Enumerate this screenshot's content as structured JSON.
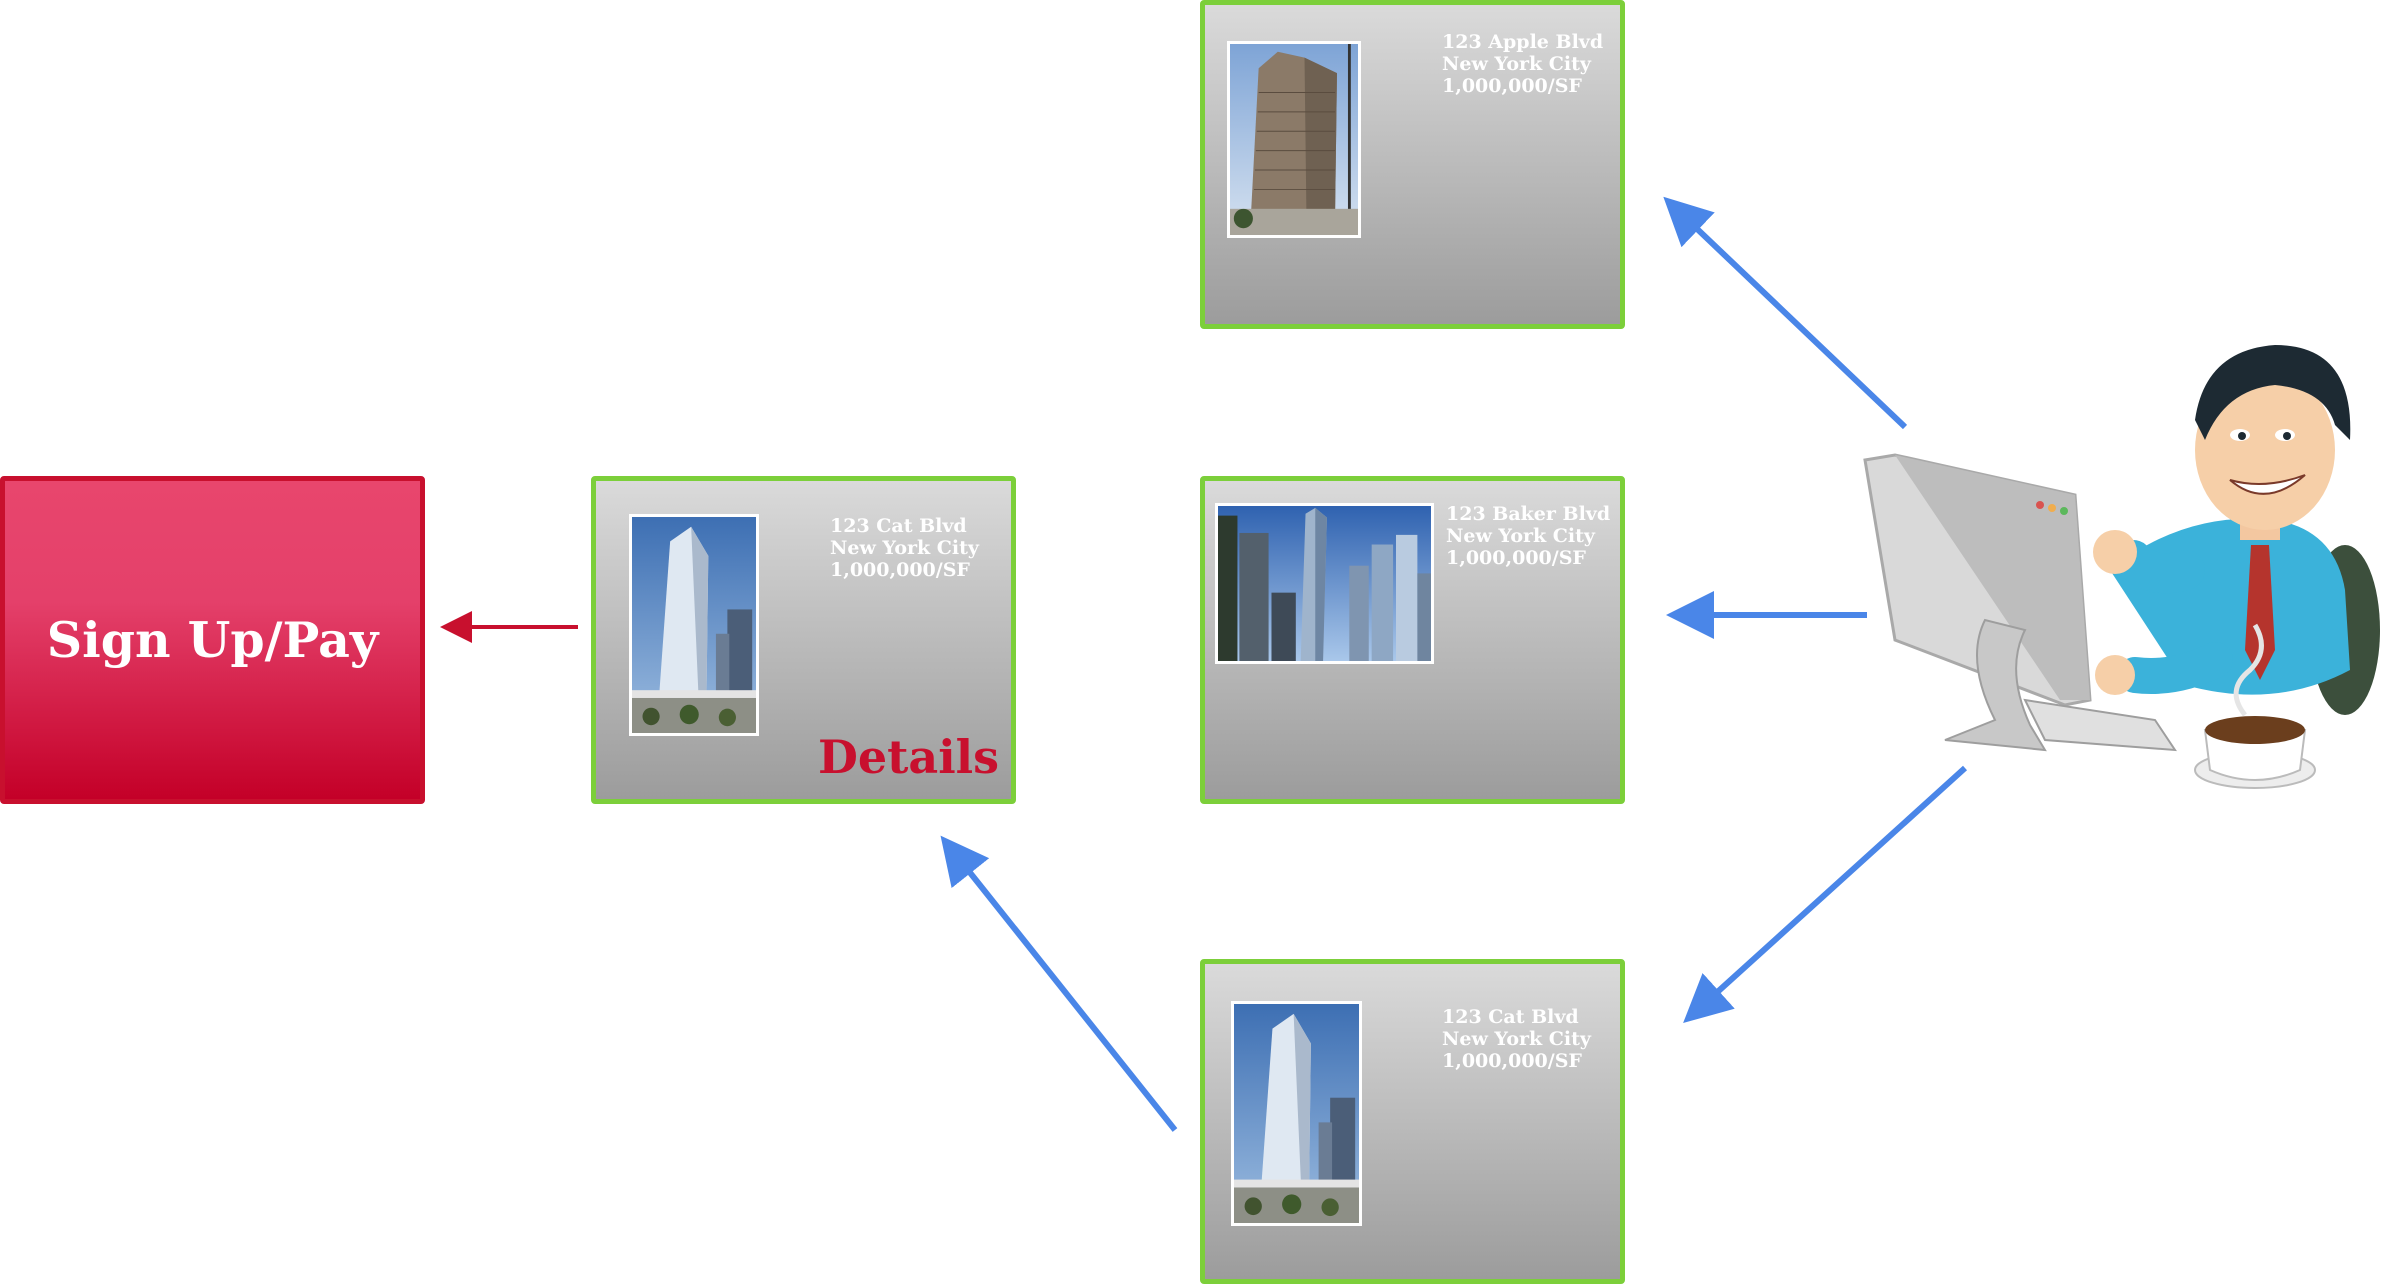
{
  "signup": {
    "label": "Sign Up/Pay"
  },
  "cards": {
    "top": {
      "line1": "123 Apple Blvd",
      "line2": "New York City",
      "line3": "1,000,000/SF"
    },
    "middle": {
      "line1": "123 Baker Blvd",
      "line2": "New York City",
      "line3": "1,000,000/SF"
    },
    "bottom": {
      "line1": "123 Cat Blvd",
      "line2": "New York City",
      "line3": "1,000,000/SF"
    },
    "detail": {
      "line1": "123 Cat Blvd",
      "line2": "New York City",
      "line3": "1,000,000/SF",
      "details_label": "Details"
    }
  },
  "colors": {
    "card_border": "#7ccf3a",
    "signup_fill": "#e4406a",
    "signup_border": "#c8102e",
    "details_text": "#c8102e",
    "flow_arrow": "#4a86e8",
    "pay_arrow": "#c8102e"
  },
  "icons": {
    "person": "businessman-at-computer-icon",
    "coffee": "coffee-cup-icon"
  }
}
